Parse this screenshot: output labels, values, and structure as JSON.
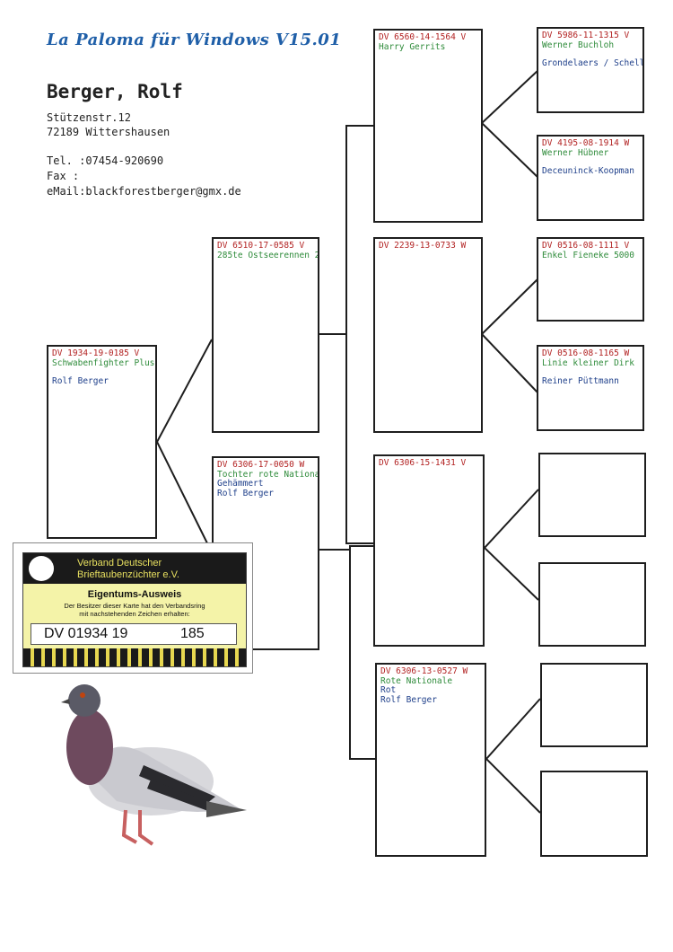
{
  "header": {
    "app_title": "La Paloma für Windows V15.01",
    "owner": {
      "name": "Berger, Rolf",
      "street": "Stützenstr.12",
      "city": "72189 Wittershausen",
      "tel": "Tel. :07454-920690",
      "fax": "Fax  :",
      "email": "eMail:blackforestberger@gmx.de"
    }
  },
  "pedigree": {
    "subject": {
      "ring": "DV 1934-19-0185 V",
      "name": "Schwabenfighter Plus",
      "breeder": "Rolf Berger"
    },
    "sire": {
      "ring": "DV 6510-17-0585 V",
      "name": "285te Ostseerennen 2"
    },
    "dam": {
      "ring": "DV 6306-17-0050 W",
      "name": "Tochter rote Nationa",
      "breeder_line1": "Gehämmert",
      "breeder_line2": "Rolf Berger"
    },
    "sire_sire": {
      "ring": "DV 6560-14-1564 V",
      "name": "Harry Gerrits"
    },
    "sire_dam": {
      "ring": "DV 2239-13-0733 W"
    },
    "dam_sire": {
      "ring": "DV 6306-15-1431 V"
    },
    "dam_dam": {
      "ring": "DV 6306-13-0527 W",
      "name": "Rote Nationale",
      "breeder_line1": "Rot",
      "breeder_line2": "Rolf Berger"
    },
    "sss": {
      "ring": "DV 5986-11-1315 V",
      "name": "Werner Buchloh",
      "breeder": "Grondelaers / Schell"
    },
    "ssd": {
      "ring": "DV 4195-08-1914 W",
      "name": "Werner Hübner",
      "breeder": "Deceuninck-Koopman"
    },
    "sds": {
      "ring": "DV 0516-08-1111 V",
      "name": "Enkel Fieneke 5000"
    },
    "sdd": {
      "ring": "DV 0516-08-1165 W",
      "name": "Linie kleiner Dirk",
      "breeder": "Reiner Püttmann"
    }
  },
  "id_card": {
    "org_line1": "Verband Deutscher",
    "org_line2": "Brieftaubenzüchter e.V.",
    "heading": "Eigentums-Ausweis",
    "sub_line1": "Der Besitzer dieser Karte hat den Verbandsring",
    "sub_line2": "mit nachstehenden Zeichen erhalten:",
    "ring_prefix": "DV 01934 19",
    "ring_number": "185"
  },
  "colors": {
    "title_blue": "#1f5fa8",
    "ring_red": "#b22222",
    "name_green": "#2e8b3a",
    "breeder_blue": "#1e3f8a"
  }
}
